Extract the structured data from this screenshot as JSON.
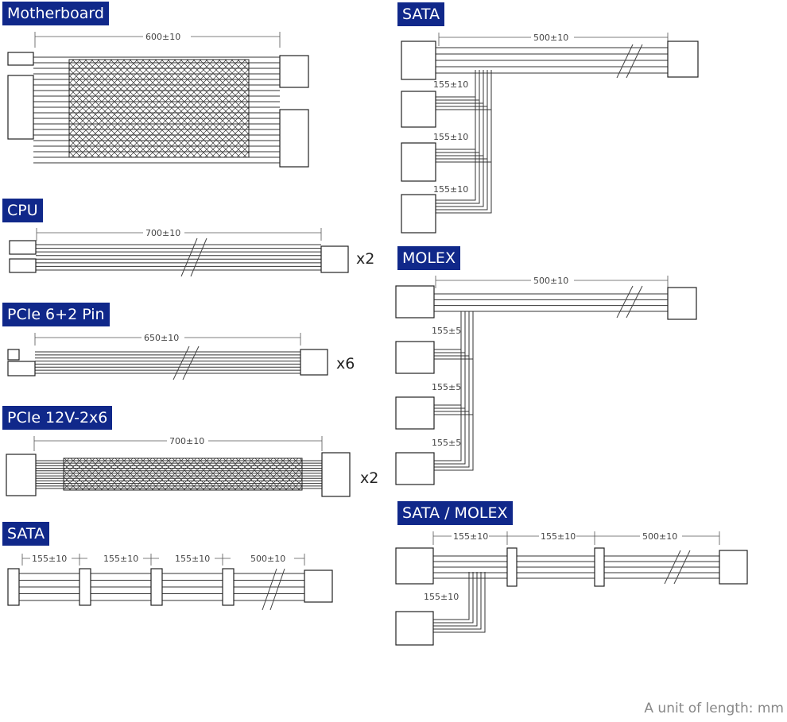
{
  "sections": {
    "motherboard": {
      "title": "Motherboard",
      "dims": [
        "600±10"
      ]
    },
    "cpu": {
      "title": "CPU",
      "dims": [
        "700±10"
      ],
      "multiplier": "x2"
    },
    "pcie62": {
      "title": "PCIe 6+2 Pin",
      "dims": [
        "650±10"
      ],
      "multiplier": "x6"
    },
    "pcie12v": {
      "title": "PCIe 12V-2x6",
      "dims": [
        "700±10"
      ],
      "multiplier": "x2"
    },
    "sata_bottom": {
      "title": "SATA",
      "dims": [
        "155±10",
        "155±10",
        "155±10",
        "500±10"
      ]
    },
    "sata_right": {
      "title": "SATA",
      "dims": [
        "500±10",
        "155±10",
        "155±10",
        "155±10"
      ]
    },
    "molex": {
      "title": "MOLEX",
      "dims": [
        "500±10",
        "155±5",
        "155±5",
        "155±5"
      ]
    },
    "sata_molex": {
      "title": "SATA / MOLEX",
      "dims": [
        "155±10",
        "155±10",
        "500±10",
        "155±10"
      ]
    }
  },
  "footer": "A unit of length: mm",
  "colors": {
    "label_bg": "#10288a",
    "label_text": "#ffffff"
  }
}
